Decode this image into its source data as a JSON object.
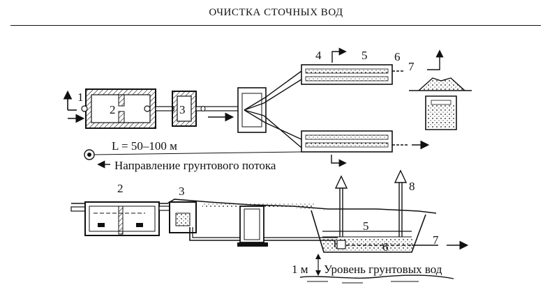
{
  "header": {
    "title": "ОЧИСТКА СТОЧНЫХ ВОД"
  },
  "plan": {
    "labels": [
      "1",
      "2",
      "3",
      "4",
      "5",
      "6",
      "7"
    ],
    "distance_text": "L = 50–100 м",
    "flow_text": "Направление грунтового потока"
  },
  "section": {
    "labels": [
      "2",
      "3",
      "5",
      "6",
      "7",
      "8"
    ],
    "depth_text": "1 м",
    "groundwater_text": "Уровень грунтовых вод"
  }
}
